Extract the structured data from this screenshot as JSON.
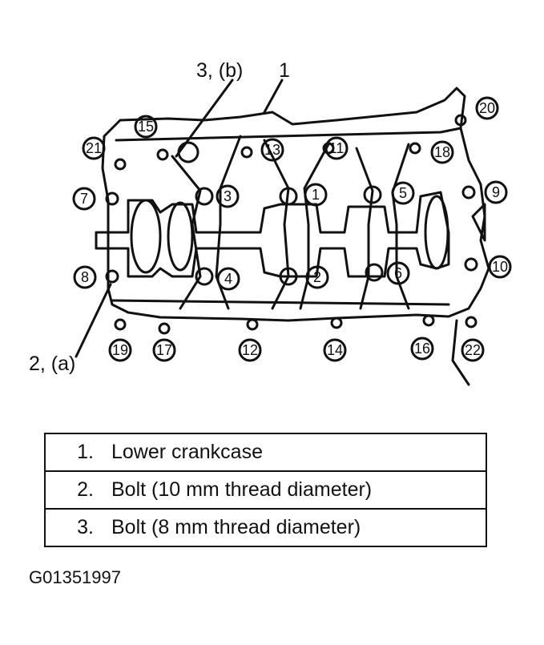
{
  "callouts": {
    "label_1": "1",
    "label_2a": "2, (a)",
    "label_3b": "3, (b)"
  },
  "sequence_numbers": [
    "1",
    "2",
    "3",
    "4",
    "5",
    "6",
    "7",
    "8",
    "9",
    "10",
    "11",
    "12",
    "13",
    "14",
    "15",
    "16",
    "17",
    "18",
    "19",
    "20",
    "21",
    "22"
  ],
  "legend": [
    {
      "num": "1.",
      "text": "Lower crankcase"
    },
    {
      "num": "2.",
      "text": "Bolt (10 mm thread diameter)"
    },
    {
      "num": "3.",
      "text": "Bolt (8 mm thread diameter)"
    }
  ],
  "figure_id": "G01351997"
}
